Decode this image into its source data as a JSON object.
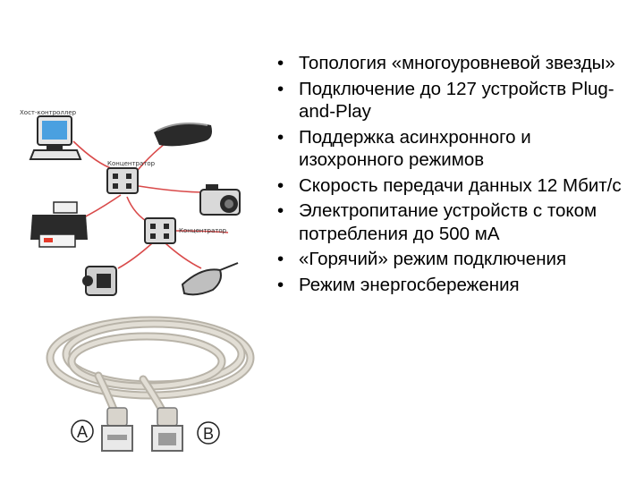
{
  "slide": {
    "diagram": {
      "host_label": "Хост-контроллер",
      "hub1_label": "Концентратор",
      "hub2_label": "Концентратор",
      "plug_a_label": "A",
      "plug_b_label": "B"
    },
    "bullets": [
      "Топология «многоуровневой звезды»",
      "Подключение до 127 устройств Plug-and-Play",
      "Поддержка асинхронного и изохронного режимов",
      "Скорость передачи данных 12 Мбит/с",
      "Электропитание устройств с током потребления до 500 мА",
      "«Горячий» режим подключения",
      "Режим энергосбережения"
    ]
  },
  "colors": {
    "link_line": "#d94a4a",
    "device": "#2a2a2a",
    "cable": "#cfcbc2"
  }
}
